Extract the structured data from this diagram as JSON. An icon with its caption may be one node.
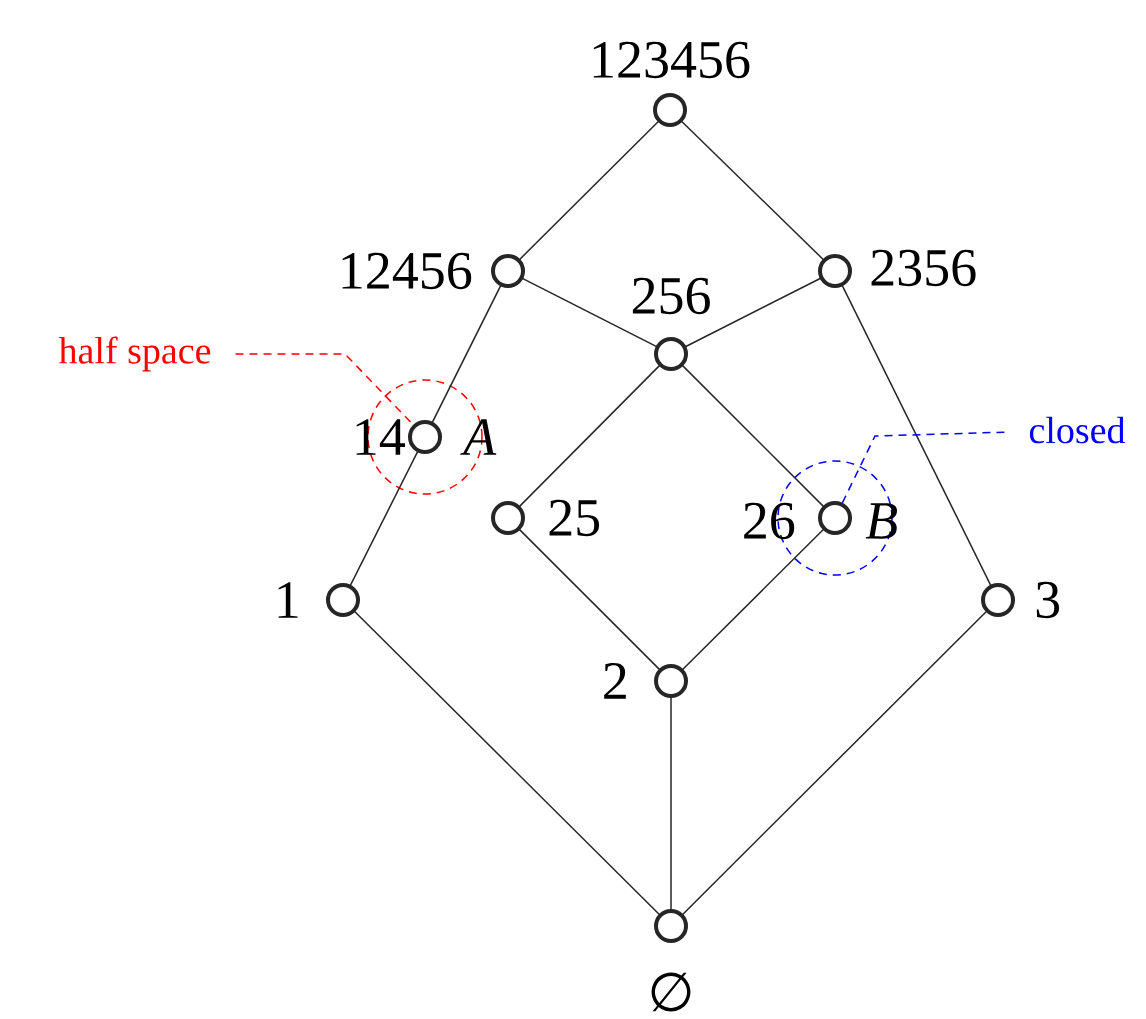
{
  "diagram": {
    "nodes": [
      {
        "text": [],
        "shape": "circle",
        "beside": [
          "123456"
        ]
      },
      {
        "text": [],
        "shape": "circle",
        "beside": [
          "12456"
        ]
      },
      {
        "text": [],
        "shape": "circle",
        "beside": [
          "2356"
        ]
      },
      {
        "text": [],
        "shape": "circle",
        "beside": [
          "256"
        ]
      },
      {
        "text": [
          "half space"
        ]
      },
      {
        "text": [],
        "shape": "circle"
      },
      {
        "text": [],
        "shape": "circle",
        "beside": [
          "14",
          "A"
        ],
        "in": 5
      },
      {
        "text": [],
        "shape": "circle",
        "beside": [
          "25"
        ]
      },
      {
        "text": [
          "closed"
        ]
      },
      {
        "text": [],
        "shape": "circle"
      },
      {
        "text": [],
        "shape": "circle",
        "beside": [
          "26",
          "B"
        ],
        "in": 9
      },
      {
        "text": [],
        "shape": "circle",
        "beside": [
          "1"
        ]
      },
      {
        "text": [],
        "shape": "circle",
        "beside": [
          "3"
        ]
      },
      {
        "text": [],
        "shape": "circle",
        "beside": [
          "2"
        ]
      },
      {
        "text": [],
        "shape": "circle",
        "beside": [
          "∅"
        ]
      }
    ],
    "edges": [
      {
        "from": 0,
        "to": 1,
        "arrow": "none"
      },
      {
        "from": 0,
        "to": 2,
        "arrow": "none"
      },
      {
        "from": 1,
        "to": 3,
        "arrow": "none"
      },
      {
        "from": 2,
        "to": 3,
        "arrow": "none"
      },
      {
        "from": 1,
        "to": 6,
        "arrow": "none"
      },
      {
        "from": 6,
        "to": 11,
        "arrow": "none"
      },
      {
        "from": 3,
        "to": 7,
        "arrow": "none"
      },
      {
        "from": 3,
        "to": 10,
        "arrow": "none"
      },
      {
        "from": 2,
        "to": 12,
        "arrow": "none"
      },
      {
        "from": 7,
        "to": 13,
        "arrow": "none"
      },
      {
        "from": 10,
        "to": 13,
        "arrow": "none"
      },
      {
        "from": 11,
        "to": 14,
        "arrow": "none"
      },
      {
        "from": 13,
        "to": 14,
        "arrow": "none"
      },
      {
        "from": 12,
        "to": 14,
        "arrow": "none"
      },
      {
        "from": 4,
        "to": 6,
        "arrow": "none",
        "style": "dashed",
        "color": "#ff0000"
      },
      {
        "from": 8,
        "to": 10,
        "arrow": "none",
        "style": "dashed",
        "color": "#0000ff"
      }
    ]
  }
}
